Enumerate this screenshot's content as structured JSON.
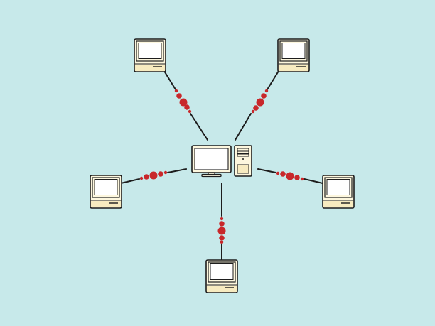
{
  "background_color": "#c7e9ea",
  "colors": {
    "outline": "#1d1d1d",
    "client_body": "#fdf7de",
    "client_base": "#f7ebc0",
    "screen": "#ffffff",
    "packet": "#c8282b",
    "server_panel": "#f7ebc0"
  },
  "server": {
    "name": "central-server",
    "icon": "desktop-computer-icon",
    "parts": [
      "monitor",
      "tower"
    ]
  },
  "clients": [
    {
      "name": "client-top-left",
      "icon": "computer-icon"
    },
    {
      "name": "client-top-right",
      "icon": "computer-icon"
    },
    {
      "name": "client-left",
      "icon": "computer-icon"
    },
    {
      "name": "client-right",
      "icon": "computer-icon"
    },
    {
      "name": "client-bottom",
      "icon": "computer-icon"
    }
  ],
  "connections": [
    {
      "from": "central-server",
      "to": "client-top-left",
      "packet_icon": "data-packet-icon"
    },
    {
      "from": "central-server",
      "to": "client-top-right",
      "packet_icon": "data-packet-icon"
    },
    {
      "from": "central-server",
      "to": "client-left",
      "packet_icon": "data-packet-icon"
    },
    {
      "from": "central-server",
      "to": "client-right",
      "packet_icon": "data-packet-icon"
    },
    {
      "from": "central-server",
      "to": "client-bottom",
      "packet_icon": "data-packet-icon"
    }
  ]
}
